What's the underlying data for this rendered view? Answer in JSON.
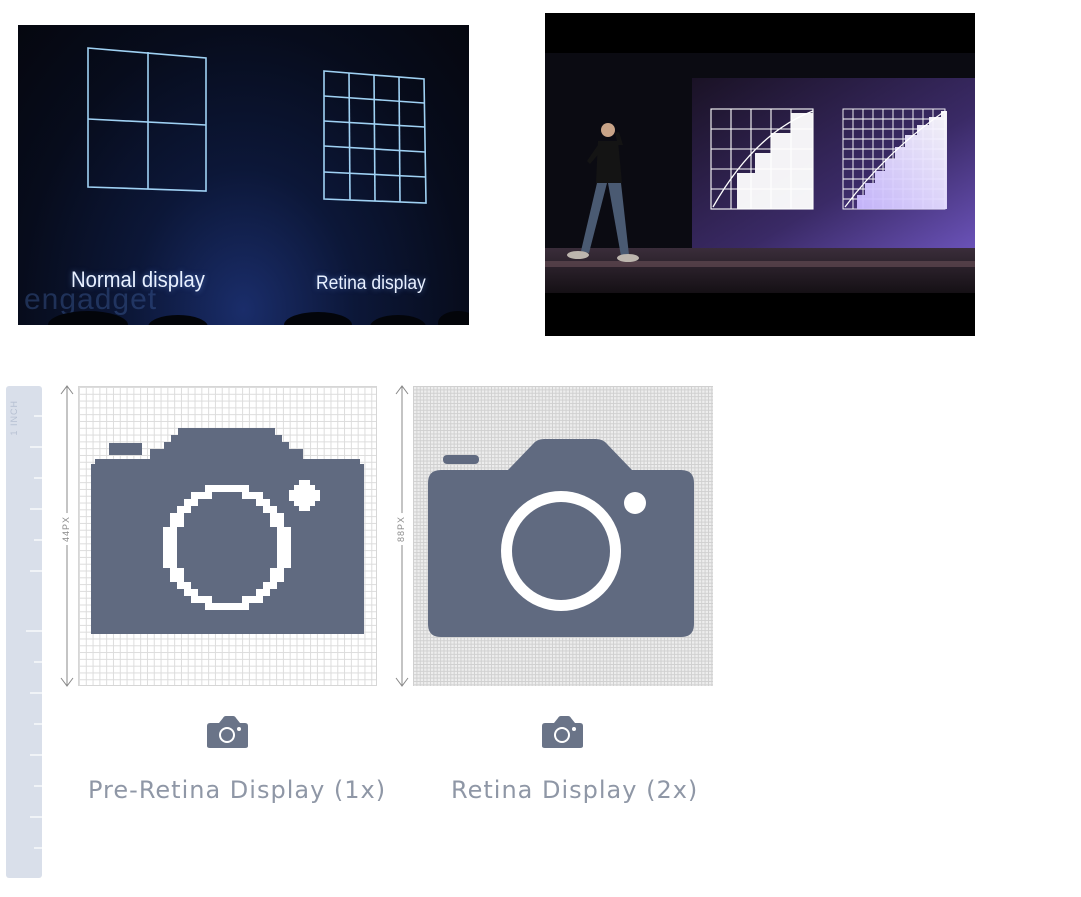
{
  "slide_left": {
    "normal_caption": "Normal display",
    "retina_caption": "Retina display",
    "watermark": "engadget"
  },
  "comparison": {
    "ruler_label": "1 INCH",
    "left_dim_label": "44PX",
    "right_dim_label": "88PX",
    "left_caption": "Pre-Retina Display (1x)",
    "right_caption": "Retina Display (2x)"
  },
  "colors": {
    "icon_fill": "#606a80",
    "ruler_bg": "#d9dfea",
    "caption_text": "#8f97a6",
    "slide_line": "#9fd6ff"
  },
  "icons": [
    "camera-icon"
  ]
}
